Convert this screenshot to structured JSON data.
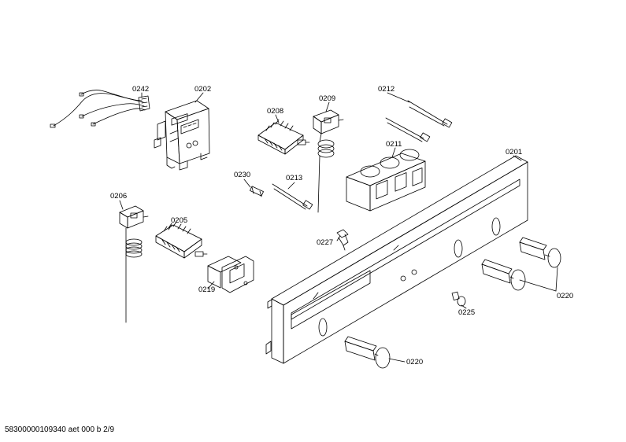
{
  "diagram": {
    "type": "exploded-parts-diagram",
    "line_color": "#000000",
    "background": "#ffffff",
    "labels": {
      "p0242": "0242",
      "p0202": "0202",
      "p0208": "0208",
      "p0209": "0209",
      "p0212": "0212",
      "p0211": "0211",
      "p0201": "0201",
      "p0230": "0230",
      "p0213": "0213",
      "p0206": "0206",
      "p0205": "0205",
      "p0227": "0227",
      "p0219": "0219",
      "p0220a": "0220",
      "p0225": "0225",
      "p0220b": "0220"
    }
  },
  "footer": {
    "doc_id": "58300000109340 aet 000 b 2/9"
  }
}
